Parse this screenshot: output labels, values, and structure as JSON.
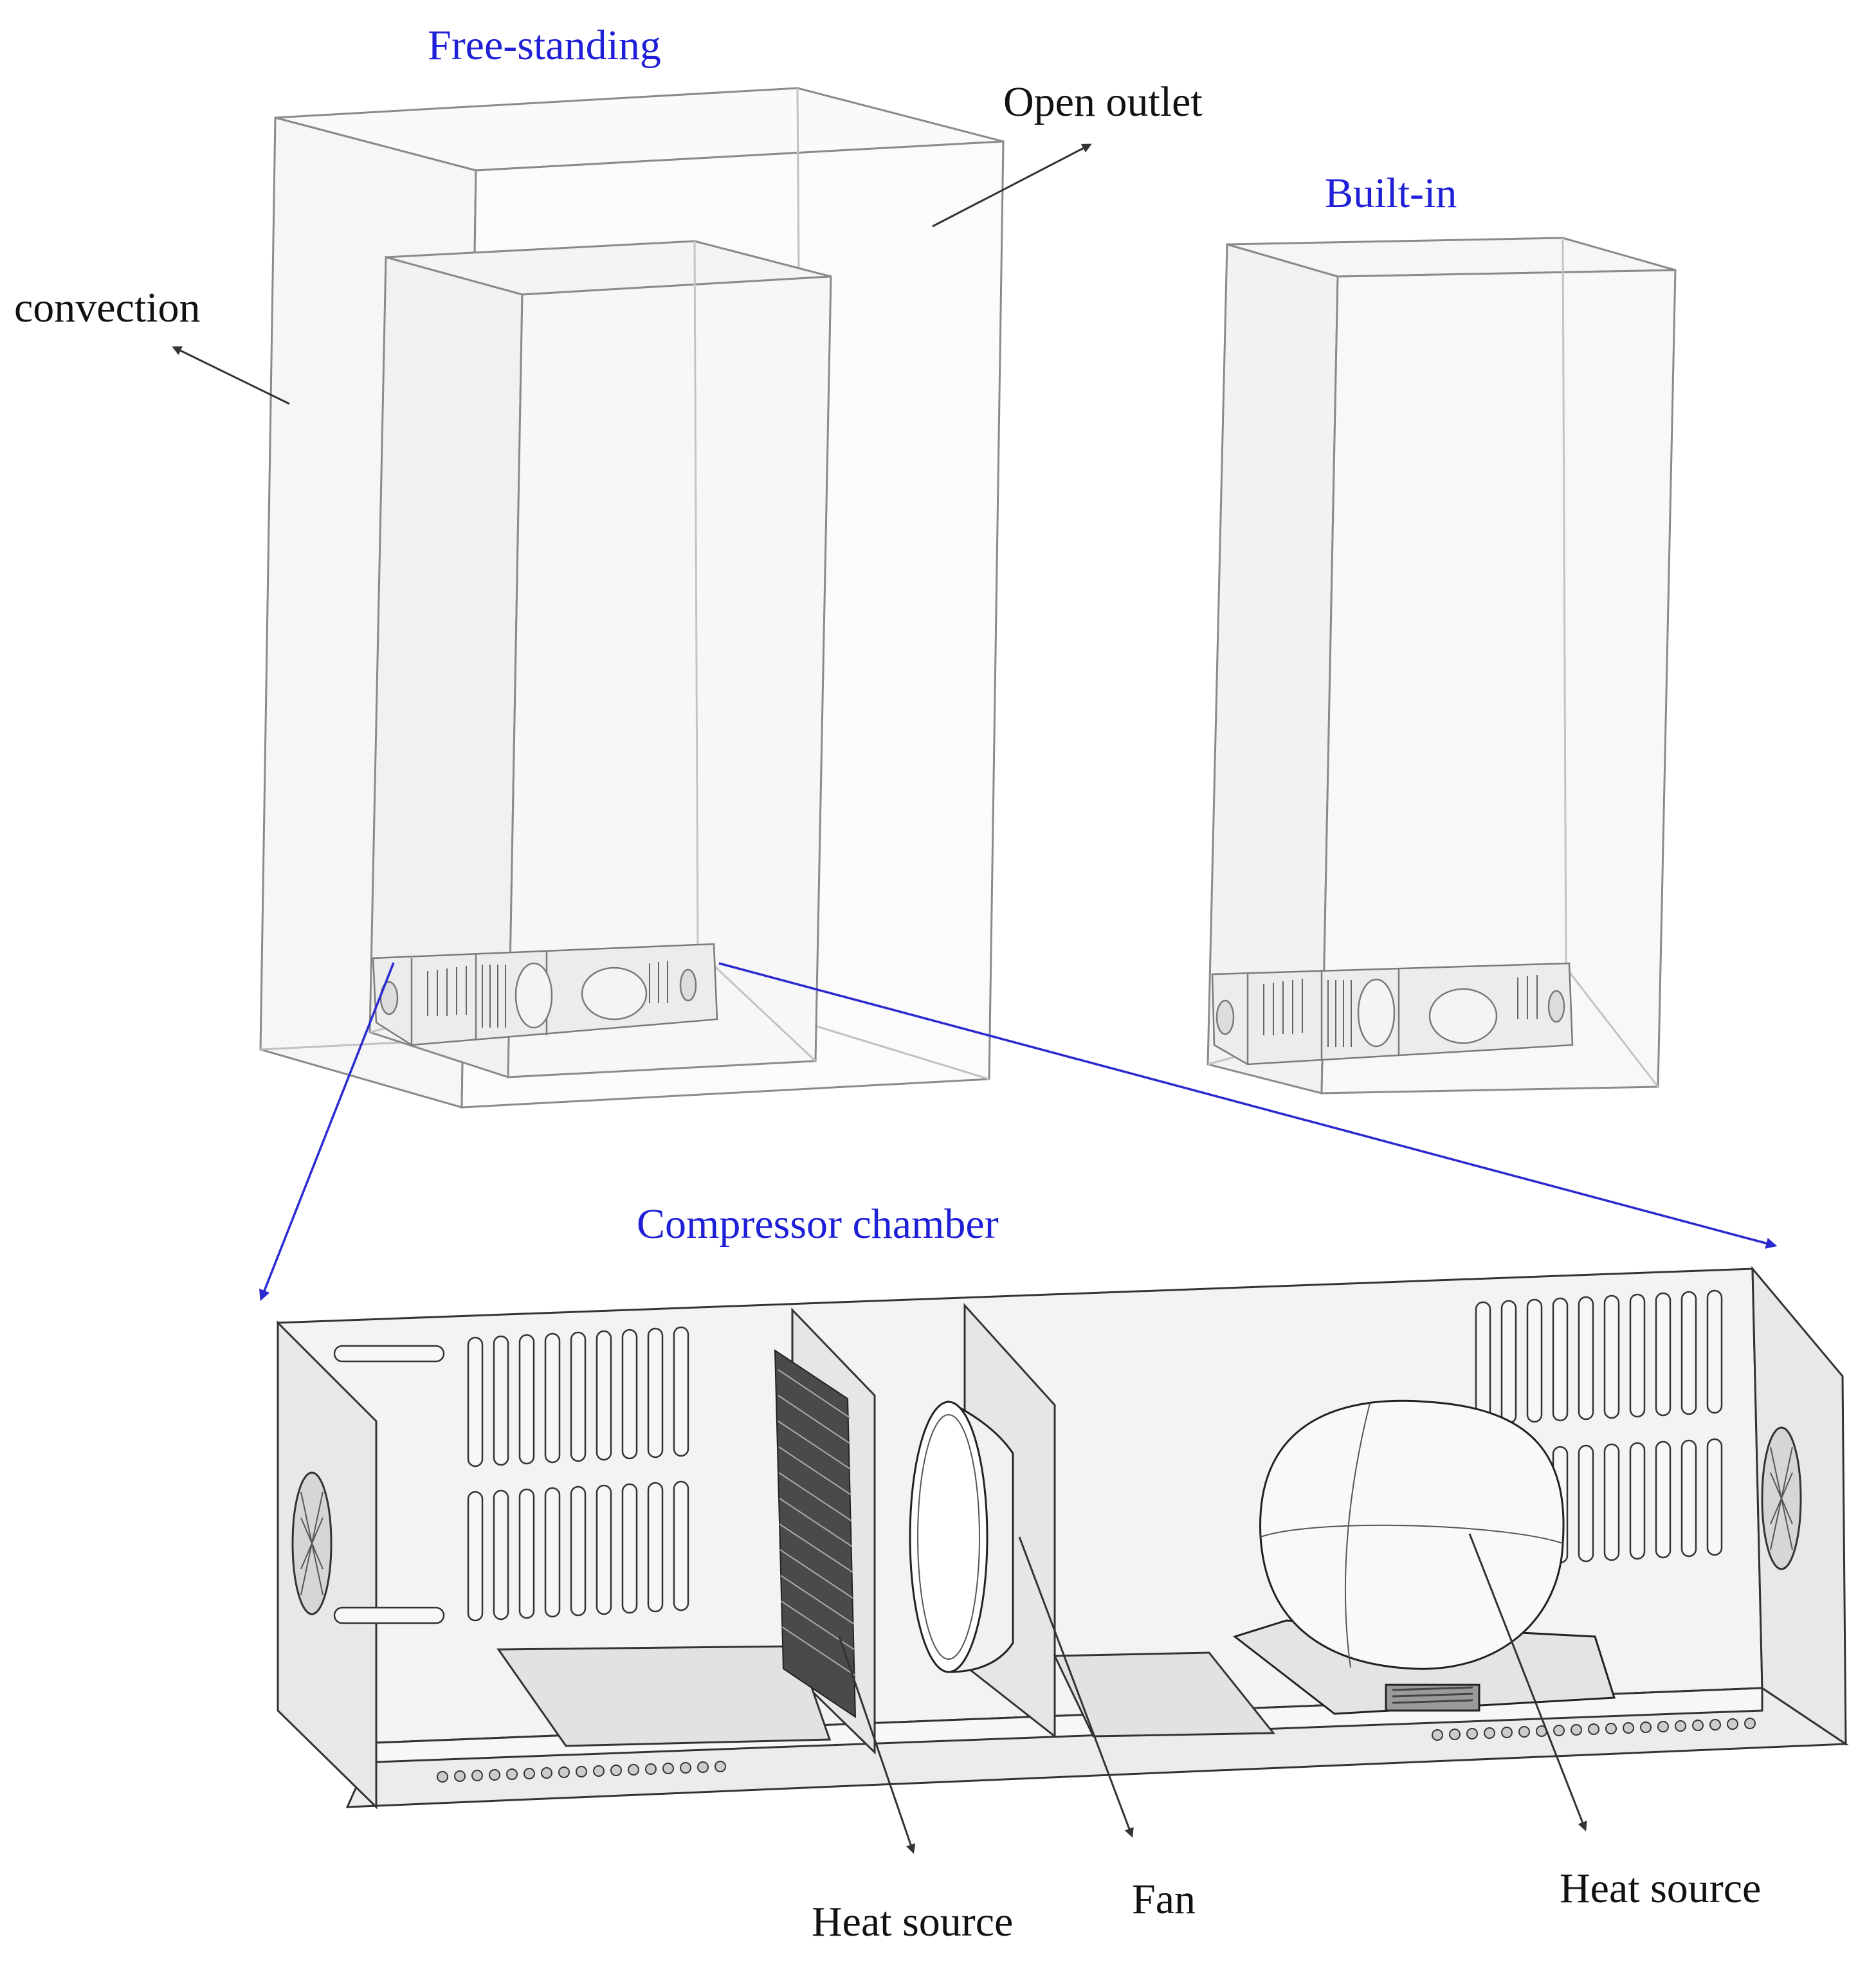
{
  "labels": {
    "free_standing": "Free-standing",
    "open_outlet": "Open outlet",
    "built_in": "Built-in",
    "convection": "convection",
    "compressor_chamber": "Compressor chamber",
    "heat_source_left": "Heat source",
    "fan": "Fan",
    "heat_source_right": "Heat source"
  },
  "colors": {
    "title_blue": "#1f1fd8",
    "zoom_arrow_blue": "#2a2ad0",
    "annotation_arrow": "#333333",
    "outline": "#8a8a8a",
    "panel_fill": "#eeeeee"
  }
}
